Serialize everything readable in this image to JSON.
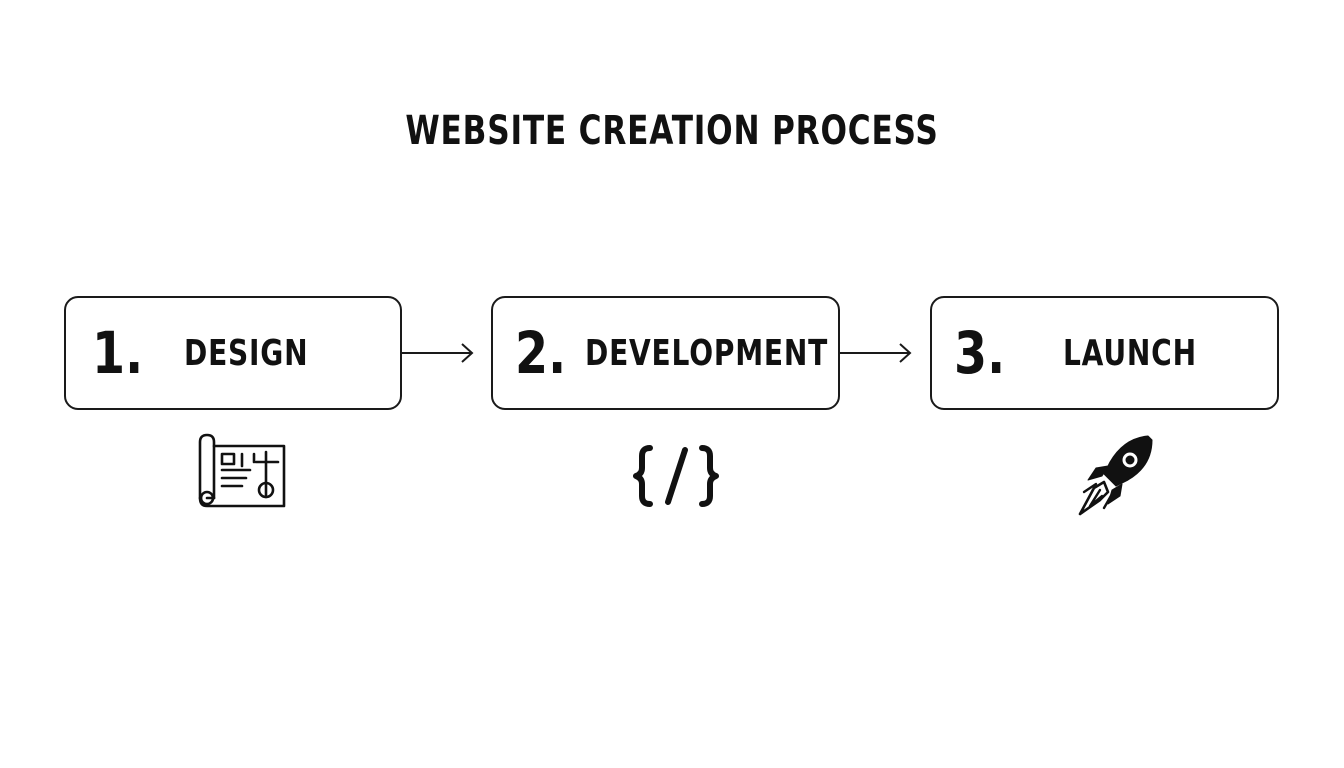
{
  "title": "WEBSITE CREATION PROCESS",
  "steps": [
    {
      "number": "1.",
      "label": "DESIGN",
      "icon": "blueprint-icon"
    },
    {
      "number": "2.",
      "label": "DEVELOPMENT",
      "icon": "code-brackets-icon"
    },
    {
      "number": "3.",
      "label": "LAUNCH",
      "icon": "rocket-icon"
    }
  ],
  "colors": {
    "ink": "#111111",
    "background": "#ffffff"
  }
}
